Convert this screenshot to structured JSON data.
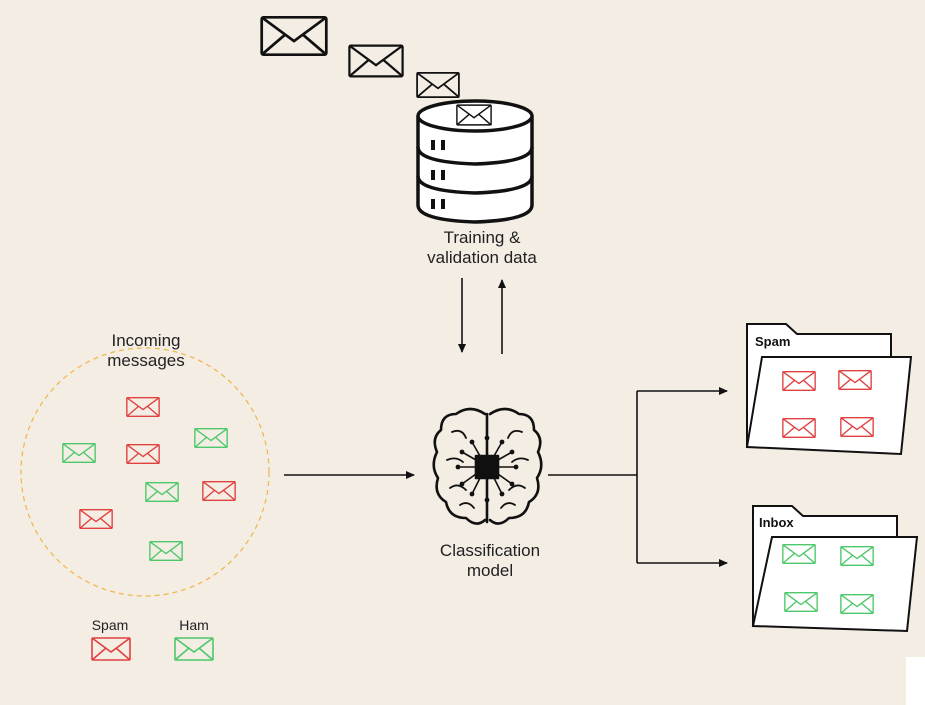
{
  "labels": {
    "training": "Training &\nvalidation data",
    "incoming": "Incoming\nmessages",
    "model": "Classification\nmodel",
    "legend_spam": "Spam",
    "legend_ham": "Ham",
    "folder_spam": "Spam",
    "folder_inbox": "Inbox"
  },
  "colors": {
    "background": "#f3ede4",
    "spam": "#e04040",
    "ham": "#4cc86a",
    "line": "#111111",
    "dashed_circle": "#f2b545"
  },
  "icons": {
    "database": "database-icon",
    "brain": "brain-chip-icon",
    "envelope": "envelope-icon",
    "folder": "folder-icon"
  }
}
